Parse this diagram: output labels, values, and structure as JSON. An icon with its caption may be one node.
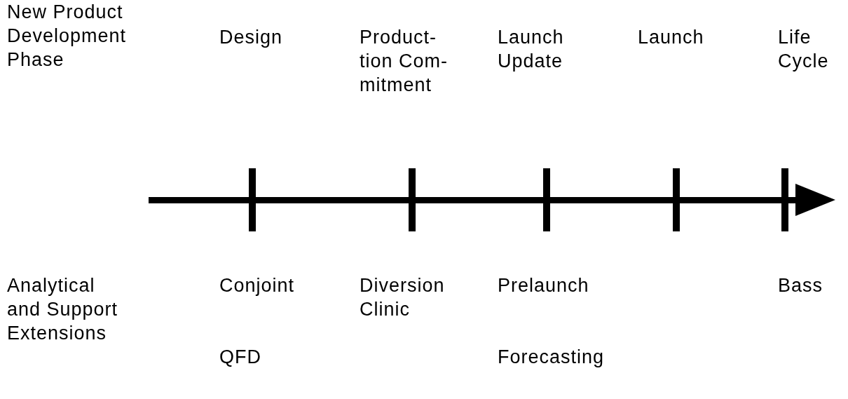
{
  "diagram": {
    "labels": [
      "New Product Development Phase",
      "Design",
      "Product- tion Com- mitment",
      "Launch Update",
      "Launch",
      "Life Cycle",
      "Analytical and Support Extensions",
      "Conjoint",
      "Diversion Clinic",
      "Prelaunch",
      "Bass",
      "QFD",
      "Forecasting"
    ]
  }
}
